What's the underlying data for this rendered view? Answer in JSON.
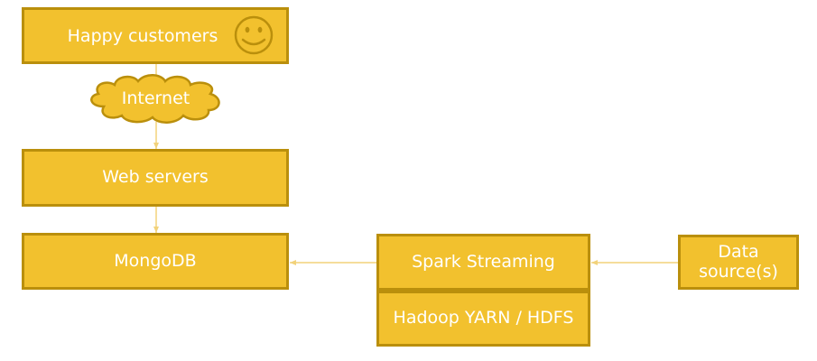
{
  "nodes": {
    "happy_customers": "Happy customers",
    "internet": "Internet",
    "web_servers": "Web servers",
    "mongodb": "MongoDB",
    "spark_streaming": "Spark Streaming",
    "hadoop": "Hadoop YARN / HDFS",
    "data_source_line1": "Data",
    "data_source_line2": "source(s)"
  },
  "colors": {
    "box_fill": "#f2c12e",
    "box_border": "#ba8f0c",
    "connector": "#f2d27a",
    "text": "#ffffff"
  },
  "icons": {
    "happy_customers": "smiley-face-icon",
    "internet": "cloud-shape"
  }
}
